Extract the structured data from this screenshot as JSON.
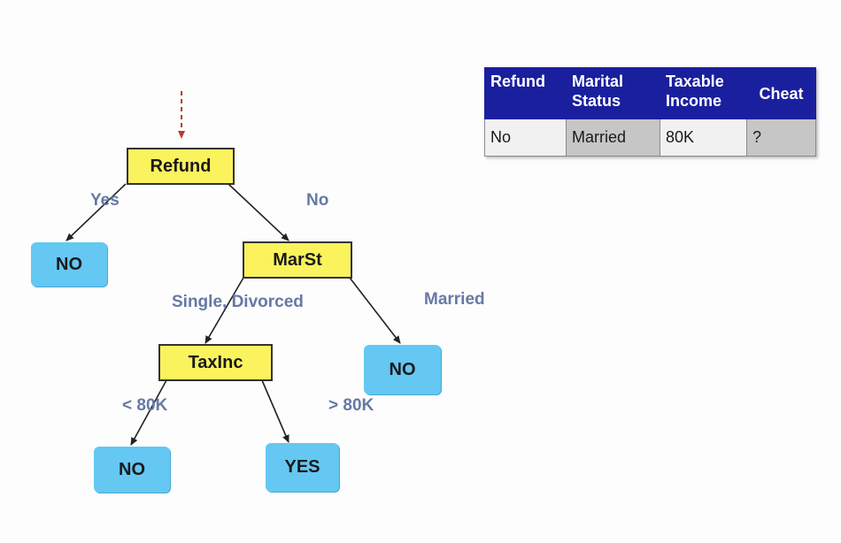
{
  "tree": {
    "nodes": {
      "refund": "Refund",
      "marst": "MarSt",
      "taxinc": "TaxInc",
      "leaf_refund_yes": "NO",
      "leaf_married": "NO",
      "leaf_low_income": "NO",
      "leaf_high_income": "YES"
    },
    "edge_labels": {
      "refund_yes": "Yes",
      "refund_no": "No",
      "marst_single_divorced": "Single, Divorced",
      "marst_married": "Married",
      "taxinc_low": "< 80K",
      "taxinc_high": "> 80K"
    }
  },
  "record": {
    "headers": {
      "refund_line1": "Refund",
      "marital_line1": "Marital",
      "marital_line2": "Status",
      "taxable_line1": "Taxable",
      "taxable_line2": "Income",
      "cheat_line1": "Cheat"
    },
    "values": {
      "refund": "No",
      "marital_status": "Married",
      "taxable_income": "80K",
      "cheat": "?"
    }
  },
  "colors": {
    "test_node_fill": "#fbf35d",
    "leaf_node_fill": "#64c8f2",
    "edge_label_text": "#6679a6",
    "table_header_fill": "#1a1f9e",
    "entry_arrow": "#c0392b"
  }
}
